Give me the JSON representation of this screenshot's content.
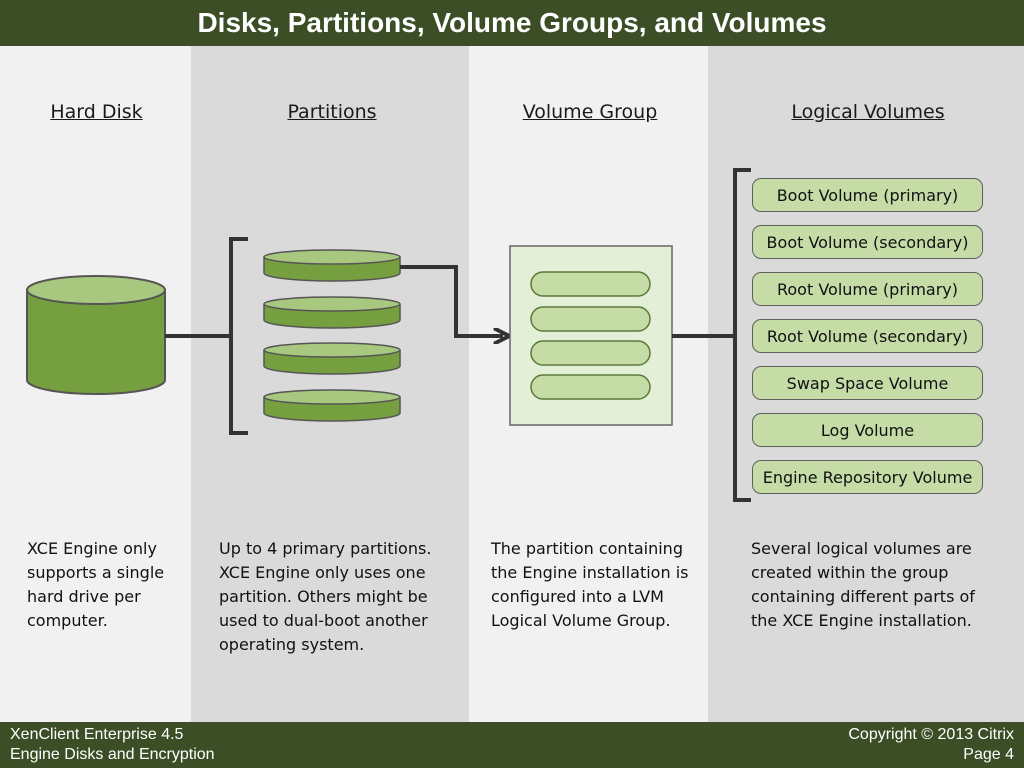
{
  "title": "Disks, Partitions, Volume Groups, and Volumes",
  "headings": {
    "hard_disk": "Hard Disk",
    "partitions": "Partitions",
    "volume_group": "Volume Group",
    "logical_volumes": "Logical Volumes"
  },
  "logical_volumes": [
    "Boot Volume (primary)",
    "Boot Volume (secondary)",
    "Root Volume (primary)",
    "Root Volume (secondary)",
    "Swap Space Volume",
    "Log Volume",
    "Engine Repository Volume"
  ],
  "descriptions": {
    "hard_disk": "XCE Engine only supports a single hard drive per computer.",
    "partitions": "Up to 4 primary partitions. XCE Engine only uses one partition.  Others might be used to dual-boot another operating system.",
    "volume_group": "The partition containing the Engine installation is configured into a LVM Logical Volume Group.",
    "logical_volumes": "Several logical volumes are created within the group containing different parts of the XCE Engine installation."
  },
  "footer": {
    "product": "XenClient Enterprise 4.5",
    "section": "Engine Disks and Encryption",
    "copyright": "Copyright © 2013 Citrix",
    "page": "Page 4"
  },
  "colors": {
    "title_bar": "#3b4e25",
    "disk_green": "#76a03f",
    "disk_top": "#a9c87f",
    "volume_fill": "#c5dca7",
    "column_light": "#f1f1f1",
    "column_dark": "#dadada",
    "connector": "#333333"
  }
}
